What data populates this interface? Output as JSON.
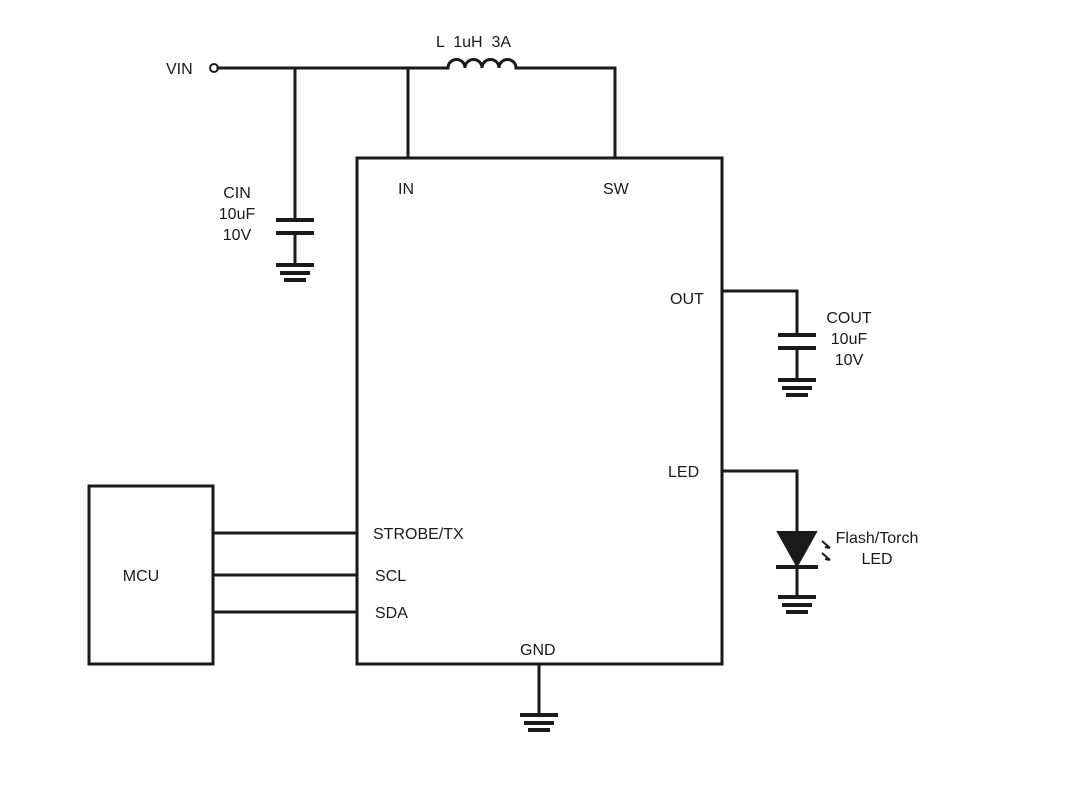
{
  "source": {
    "vin_label": "VIN"
  },
  "inductor": {
    "label": "L  1uH  3A"
  },
  "input_capacitor": {
    "name": "CIN",
    "value": "10uF",
    "voltage": "10V"
  },
  "output_capacitor": {
    "name": "COUT",
    "value": "10uF",
    "voltage": "10V"
  },
  "ic": {
    "pins": {
      "in": "IN",
      "sw": "SW",
      "out": "OUT",
      "led": "LED",
      "strobe": "STROBE/TX",
      "scl": "SCL",
      "sda": "SDA",
      "gnd": "GND"
    }
  },
  "mcu": {
    "label": "MCU"
  },
  "led_component": {
    "label_line1": "Flash/Torch",
    "label_line2": "LED"
  }
}
